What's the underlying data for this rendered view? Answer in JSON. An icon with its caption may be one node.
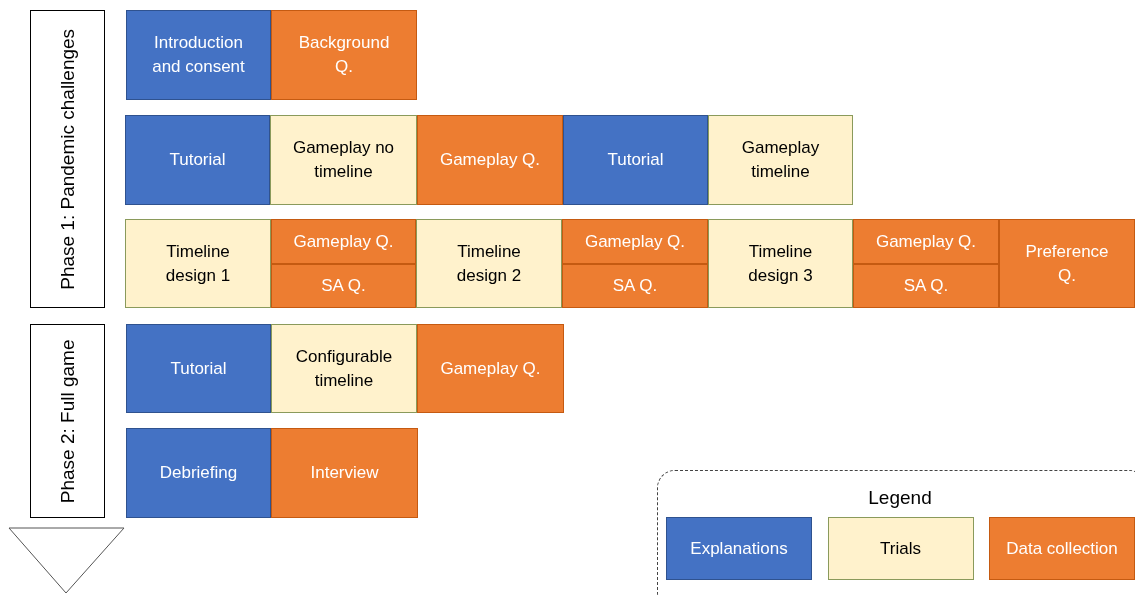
{
  "diagram": {
    "nodes": [
      {
        "text": [
          "Phase 1: Pandemic challenges"
        ]
      },
      {
        "text": [
          "Phase 2: Full game"
        ]
      },
      {
        "text": [
          "Introduction and consent"
        ]
      },
      {
        "text": [
          "Background Q."
        ]
      },
      {
        "text": [
          "Tutorial"
        ]
      },
      {
        "text": [
          "Gameplay no timeline"
        ]
      },
      {
        "text": [
          "Gameplay Q."
        ]
      },
      {
        "text": [
          "Tutorial"
        ]
      },
      {
        "text": [
          "Gameplay timeline"
        ]
      },
      {
        "text": [
          "Timeline design 1"
        ]
      },
      {
        "text": [
          "Gameplay Q."
        ]
      },
      {
        "text": [
          "SA Q."
        ]
      },
      {
        "text": [
          "Timeline design 2"
        ]
      },
      {
        "text": [
          "Gameplay Q."
        ]
      },
      {
        "text": [
          "SA Q."
        ]
      },
      {
        "text": [
          "Timeline design 3"
        ]
      },
      {
        "text": [
          "Gameplay Q."
        ]
      },
      {
        "text": [
          "SA Q."
        ]
      },
      {
        "text": [
          "Preference Q."
        ]
      },
      {
        "text": [
          "Tutorial"
        ]
      },
      {
        "text": [
          "Configurable timeline"
        ]
      },
      {
        "text": [
          "Gameplay Q."
        ]
      },
      {
        "text": [
          "Debriefing"
        ]
      },
      {
        "text": [
          "Interview"
        ]
      }
    ],
    "labels": [
      "Legend"
    ],
    "legend": [
      {
        "text": "Explanations",
        "color": "#4472c4"
      },
      {
        "text": "Trials",
        "color": "#fff2cc"
      },
      {
        "text": "Data collection",
        "color": "#ed7d31"
      }
    ]
  }
}
